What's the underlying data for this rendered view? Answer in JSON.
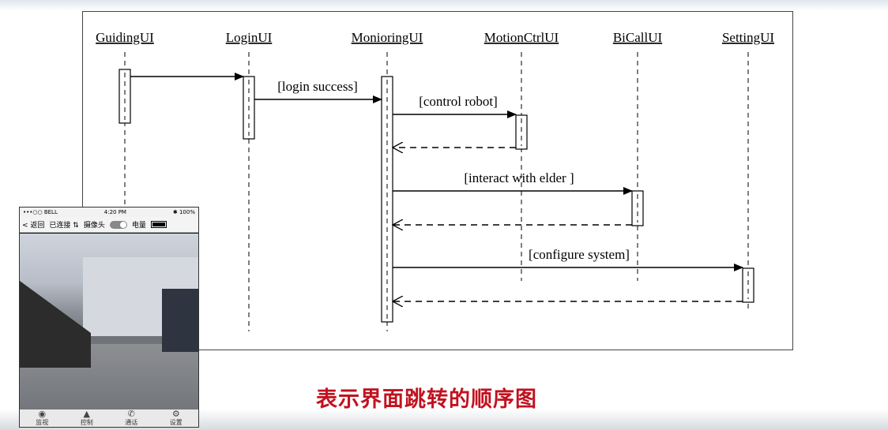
{
  "diagram": {
    "lifelines": [
      {
        "name": "GuidingUI"
      },
      {
        "name": "LoginUI"
      },
      {
        "name": "MonioringUI"
      },
      {
        "name": "MotionCtrlUI"
      },
      {
        "name": "BiCallUI"
      },
      {
        "name": "SettingUI"
      }
    ],
    "messages": [
      {
        "label": ""
      },
      {
        "label": "[login success]"
      },
      {
        "label": "[control robot]"
      },
      {
        "label": ""
      },
      {
        "label": "[interact with elder ]"
      },
      {
        "label": ""
      },
      {
        "label": "[configure system]"
      },
      {
        "label": ""
      }
    ]
  },
  "caption": "表示界面跳转的顺序图",
  "phone": {
    "status_left": "•••○○ BELL",
    "status_time": "4:20 PM",
    "status_right": "✱ 100%",
    "back_label": "< 返回",
    "connected_label": "已连接 ⇅",
    "camera_label": "摄像头",
    "power_label": "电量",
    "tabs": [
      {
        "icon": "eye-icon",
        "label": "监视"
      },
      {
        "icon": "triangle-icon",
        "label": "控制"
      },
      {
        "icon": "phone-icon",
        "label": "通话"
      },
      {
        "icon": "gear-icon",
        "label": "设置"
      }
    ]
  }
}
